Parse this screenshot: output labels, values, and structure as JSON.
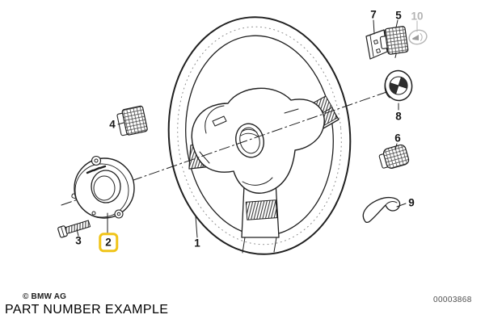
{
  "colors": {
    "background": "#ffffff",
    "line": "#1f1f1f",
    "muted": "#b4b4b4",
    "highlight": "#f0c419"
  },
  "callouts": [
    {
      "label": "1",
      "state": "default"
    },
    {
      "label": "2",
      "state": "highlighted"
    },
    {
      "label": "3",
      "state": "default"
    },
    {
      "label": "4",
      "state": "default"
    },
    {
      "label": "5",
      "state": "default"
    },
    {
      "label": "6",
      "state": "default"
    },
    {
      "label": "7",
      "state": "default"
    },
    {
      "label": "8",
      "state": "default"
    },
    {
      "label": "9",
      "state": "default"
    },
    {
      "label": "10",
      "state": "muted"
    }
  ],
  "icons": {
    "emblem": "bmw-roundel-icon",
    "horn": "horn-icon"
  },
  "footer": {
    "copyright": "© BMW AG",
    "caption": "PART NUMBER EXAMPLE"
  },
  "stamp": {
    "doc_number": "00003868"
  }
}
